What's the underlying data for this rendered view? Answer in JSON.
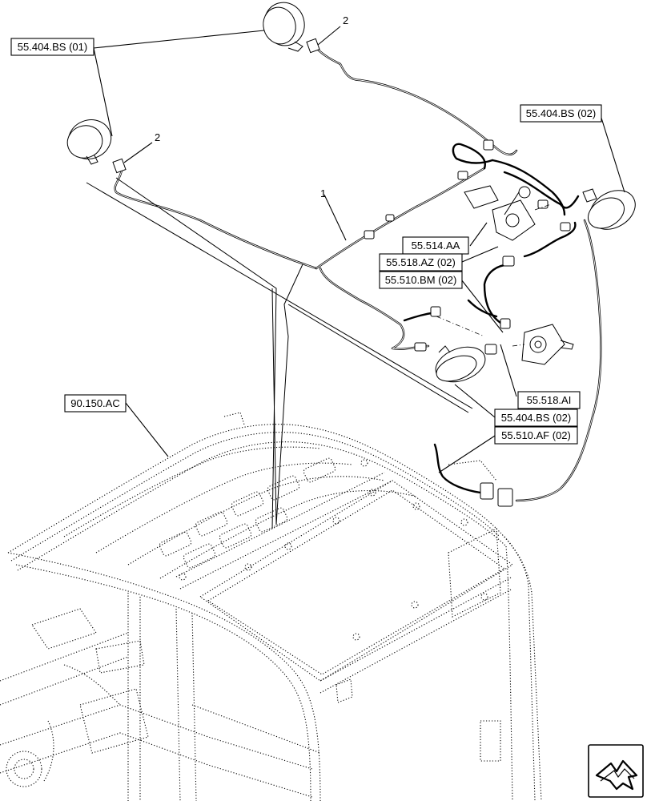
{
  "references": {
    "work_light_front": "55.404.BS (01)",
    "work_light_rear_upper": "55.404.BS (02)",
    "work_light_rear_lower": "55.404.BS (02)",
    "wiper_motor": "55.514.AA",
    "wiper_harness": "55.518.AZ (02)",
    "rear_harness": "55.510.BM (02)",
    "wiper_motor_rear": "55.518.AI",
    "main_harness": "55.510.AF (02)",
    "cab_frame": "90.150.AC"
  },
  "callouts": {
    "harness": "1",
    "connector_a": "2",
    "connector_b": "2"
  },
  "navigation": {
    "icon": "next-page-arrow-icon"
  }
}
